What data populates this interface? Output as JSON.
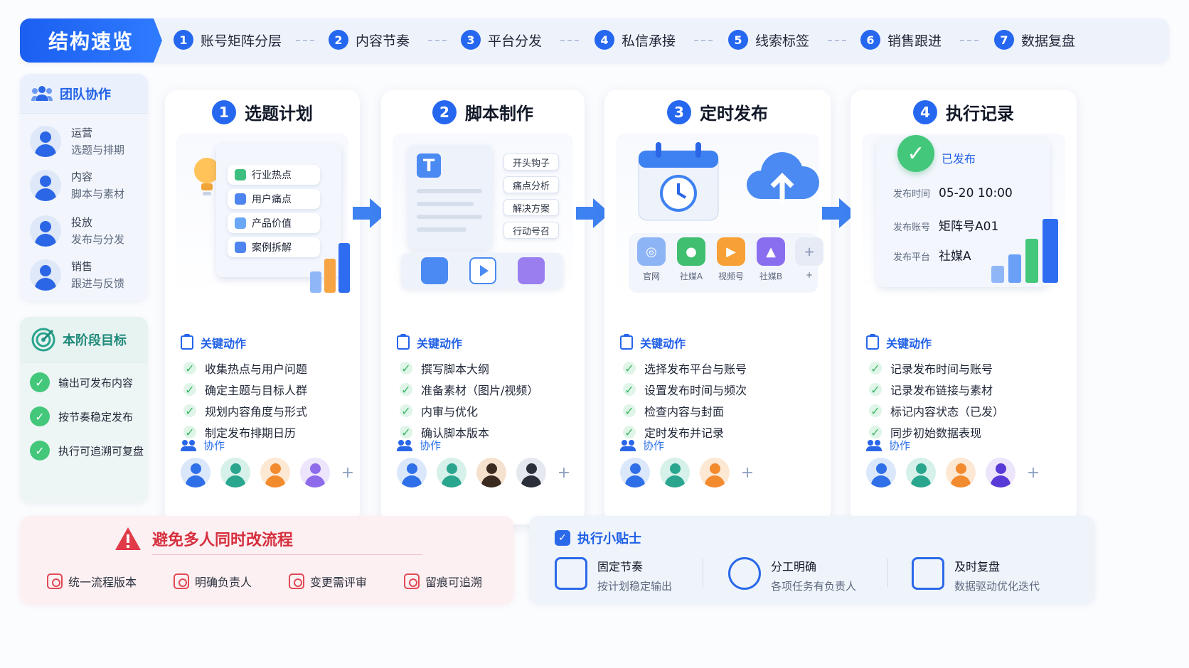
{
  "header": {
    "title": "结构速览",
    "steps": [
      {
        "num": "1",
        "label": "账号矩阵分层"
      },
      {
        "num": "2",
        "label": "内容节奏"
      },
      {
        "num": "3",
        "label": "平台分发"
      },
      {
        "num": "4",
        "label": "私信承接"
      },
      {
        "num": "5",
        "label": "线索标签"
      },
      {
        "num": "6",
        "label": "销售跟进"
      },
      {
        "num": "7",
        "label": "数据复盘"
      }
    ]
  },
  "team": {
    "title": "团队协作",
    "roles": [
      {
        "name": "运营",
        "desc": "选题与排期"
      },
      {
        "name": "内容",
        "desc": "脚本与素材"
      },
      {
        "name": "投放",
        "desc": "发布与分发"
      },
      {
        "name": "销售",
        "desc": "跟进与反馈"
      }
    ]
  },
  "goals": {
    "title": "本阶段目标",
    "items": [
      "输出可发布内容",
      "按节奏稳定发布",
      "执行可追溯可复盘"
    ]
  },
  "cards": [
    {
      "num": "1",
      "title": "选题计划",
      "illus": [
        "行业热点",
        "用户痛点",
        "产品价值",
        "案例拆解"
      ],
      "ka_title": "关键动作",
      "actions": [
        "收集热点与用户问题",
        "确定主题与目标人群",
        "规划内容角度与形式",
        "制定发布排期日历"
      ],
      "collab": "协作",
      "plus": "+"
    },
    {
      "num": "2",
      "title": "脚本制作",
      "illus": [
        "开头钩子",
        "痛点分析",
        "解决方案",
        "行动号召"
      ],
      "ka_title": "关键动作",
      "actions": [
        "撰写脚本大纲",
        "准备素材（图片/视频）",
        "内审与优化",
        "确认脚本版本"
      ],
      "collab": "协作",
      "plus": "+"
    },
    {
      "num": "3",
      "title": "定时发布",
      "platforms": [
        "官网",
        "社媒A",
        "视频号",
        "社媒B",
        "+"
      ],
      "ka_title": "关键动作",
      "actions": [
        "选择发布平台与账号",
        "设置发布时间与频次",
        "检查内容与封面",
        "定时发布并记录"
      ],
      "collab": "协作",
      "plus": "+"
    },
    {
      "num": "4",
      "title": "执行记录",
      "status": "已发布",
      "records": [
        {
          "k": "发布时间",
          "v": "05-20  10:00"
        },
        {
          "k": "发布账号",
          "v": "矩阵号A01"
        },
        {
          "k": "发布平台",
          "v": "社媒A"
        }
      ],
      "ka_title": "关键动作",
      "actions": [
        "记录发布时间与账号",
        "记录发布链接与素材",
        "标记内容状态（已发）",
        "同步初始数据表现"
      ],
      "collab": "协作",
      "plus": "+"
    }
  ],
  "warning": {
    "title": "避免多人同时改流程",
    "items": [
      "统一流程版本",
      "明确负责人",
      "变更需评审",
      "留痕可追溯"
    ]
  },
  "tips": {
    "title": "执行小贴士",
    "items": [
      {
        "title": "固定节奏",
        "desc": "按计划稳定输出"
      },
      {
        "title": "分工明确",
        "desc": "各项任务有负责人"
      },
      {
        "title": "及时复盘",
        "desc": "数据驱动优化迭代"
      }
    ]
  },
  "colors": {
    "accent": "#2667f0",
    "success": "#43c77a",
    "danger": "#e04a55"
  }
}
